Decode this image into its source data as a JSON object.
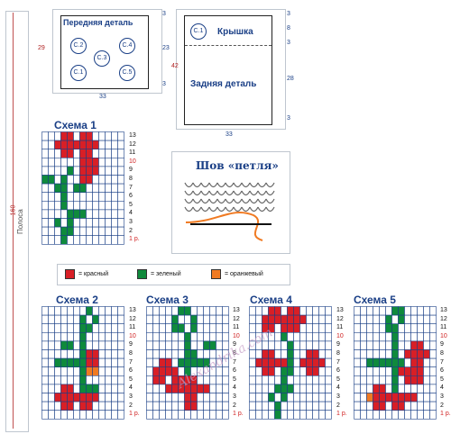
{
  "front_detail": {
    "label": "Передняя деталь",
    "circles": [
      "С.2",
      "С.4",
      "С.3",
      "С.1",
      "С.5"
    ],
    "dim_width": "33",
    "dim_height": "29",
    "dim_right_top": "3",
    "dim_right_mid": "23",
    "dim_right_bot": "3"
  },
  "back_detail": {
    "lid_label": "Крышка",
    "back_label": "Задняя деталь",
    "circle": "С.1",
    "dim_width": "33",
    "dim_height": "42",
    "dim_right_top": "3",
    "dim_right_a": "8",
    "dim_right_b": "3",
    "dim_right_c": "28",
    "dim_right_d": "3"
  },
  "strip": {
    "label": "Полоса",
    "dim": "160"
  },
  "stitch_box": {
    "title": "Шов «петля»"
  },
  "legend": {
    "red": "= красный",
    "green": "= зеленый",
    "orange": "= оранжевый",
    "colors": {
      "red": "#d81f26",
      "green": "#0f8a3c",
      "orange": "#f07a22"
    }
  },
  "schemes": [
    {
      "title": "Схема 1"
    },
    {
      "title": "Схема 2"
    },
    {
      "title": "Схема 3"
    },
    {
      "title": "Схема 4"
    },
    {
      "title": "Схема 5"
    }
  ],
  "row_labels": [
    "13",
    "12",
    "11",
    "10",
    "9",
    "8",
    "7",
    "6",
    "5",
    "4",
    "3",
    "2",
    "1 р."
  ],
  "watermark": "Alexandrika.com"
}
